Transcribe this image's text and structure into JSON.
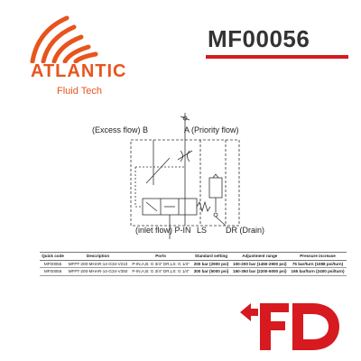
{
  "brand": {
    "name": "ATLANTIC",
    "tagline": "Fluid Tech"
  },
  "product": {
    "code": "MF00056"
  },
  "colors": {
    "brand_orange": "#e8541c",
    "accent_red": "#d71920"
  },
  "schematic": {
    "labels": {
      "excess_flow": "(Excess flow) B",
      "priority_flow": "A  (Priority flow)",
      "inlet_flow": "(inlet flow) P-IN",
      "ls": "LS",
      "drain": "DR (Drain)"
    }
  },
  "table": {
    "headers": [
      "Quick code",
      "Description",
      "Ports",
      "Standard setting",
      "Adjustment range",
      "Pressure increase"
    ],
    "rows": [
      [
        "MF00055",
        "MFPT-200-MHAR-14-G34-V210",
        "P-IN,A,B: G 3/4\" DR,LS: G 1/4\"",
        "200 bar (2900 psi)",
        "100-200 bar (1450-2900 psi)",
        "75 bar/turn (1088 psi/turn)"
      ],
      [
        "MF00056",
        "MFPT-200-MHAR-14-G34-V350",
        "P-IN,A,B: G 3/4\" DR,LS: G 1/4\"",
        "300 bar (5000 psi)",
        "150-350 bar (2200-5000 psi)",
        "165 bar/turn (2400 psi/turn)"
      ]
    ]
  },
  "icons": {
    "brand_logo": "orange-arcs-icon",
    "distributor_logo": "fd-logo-icon"
  }
}
